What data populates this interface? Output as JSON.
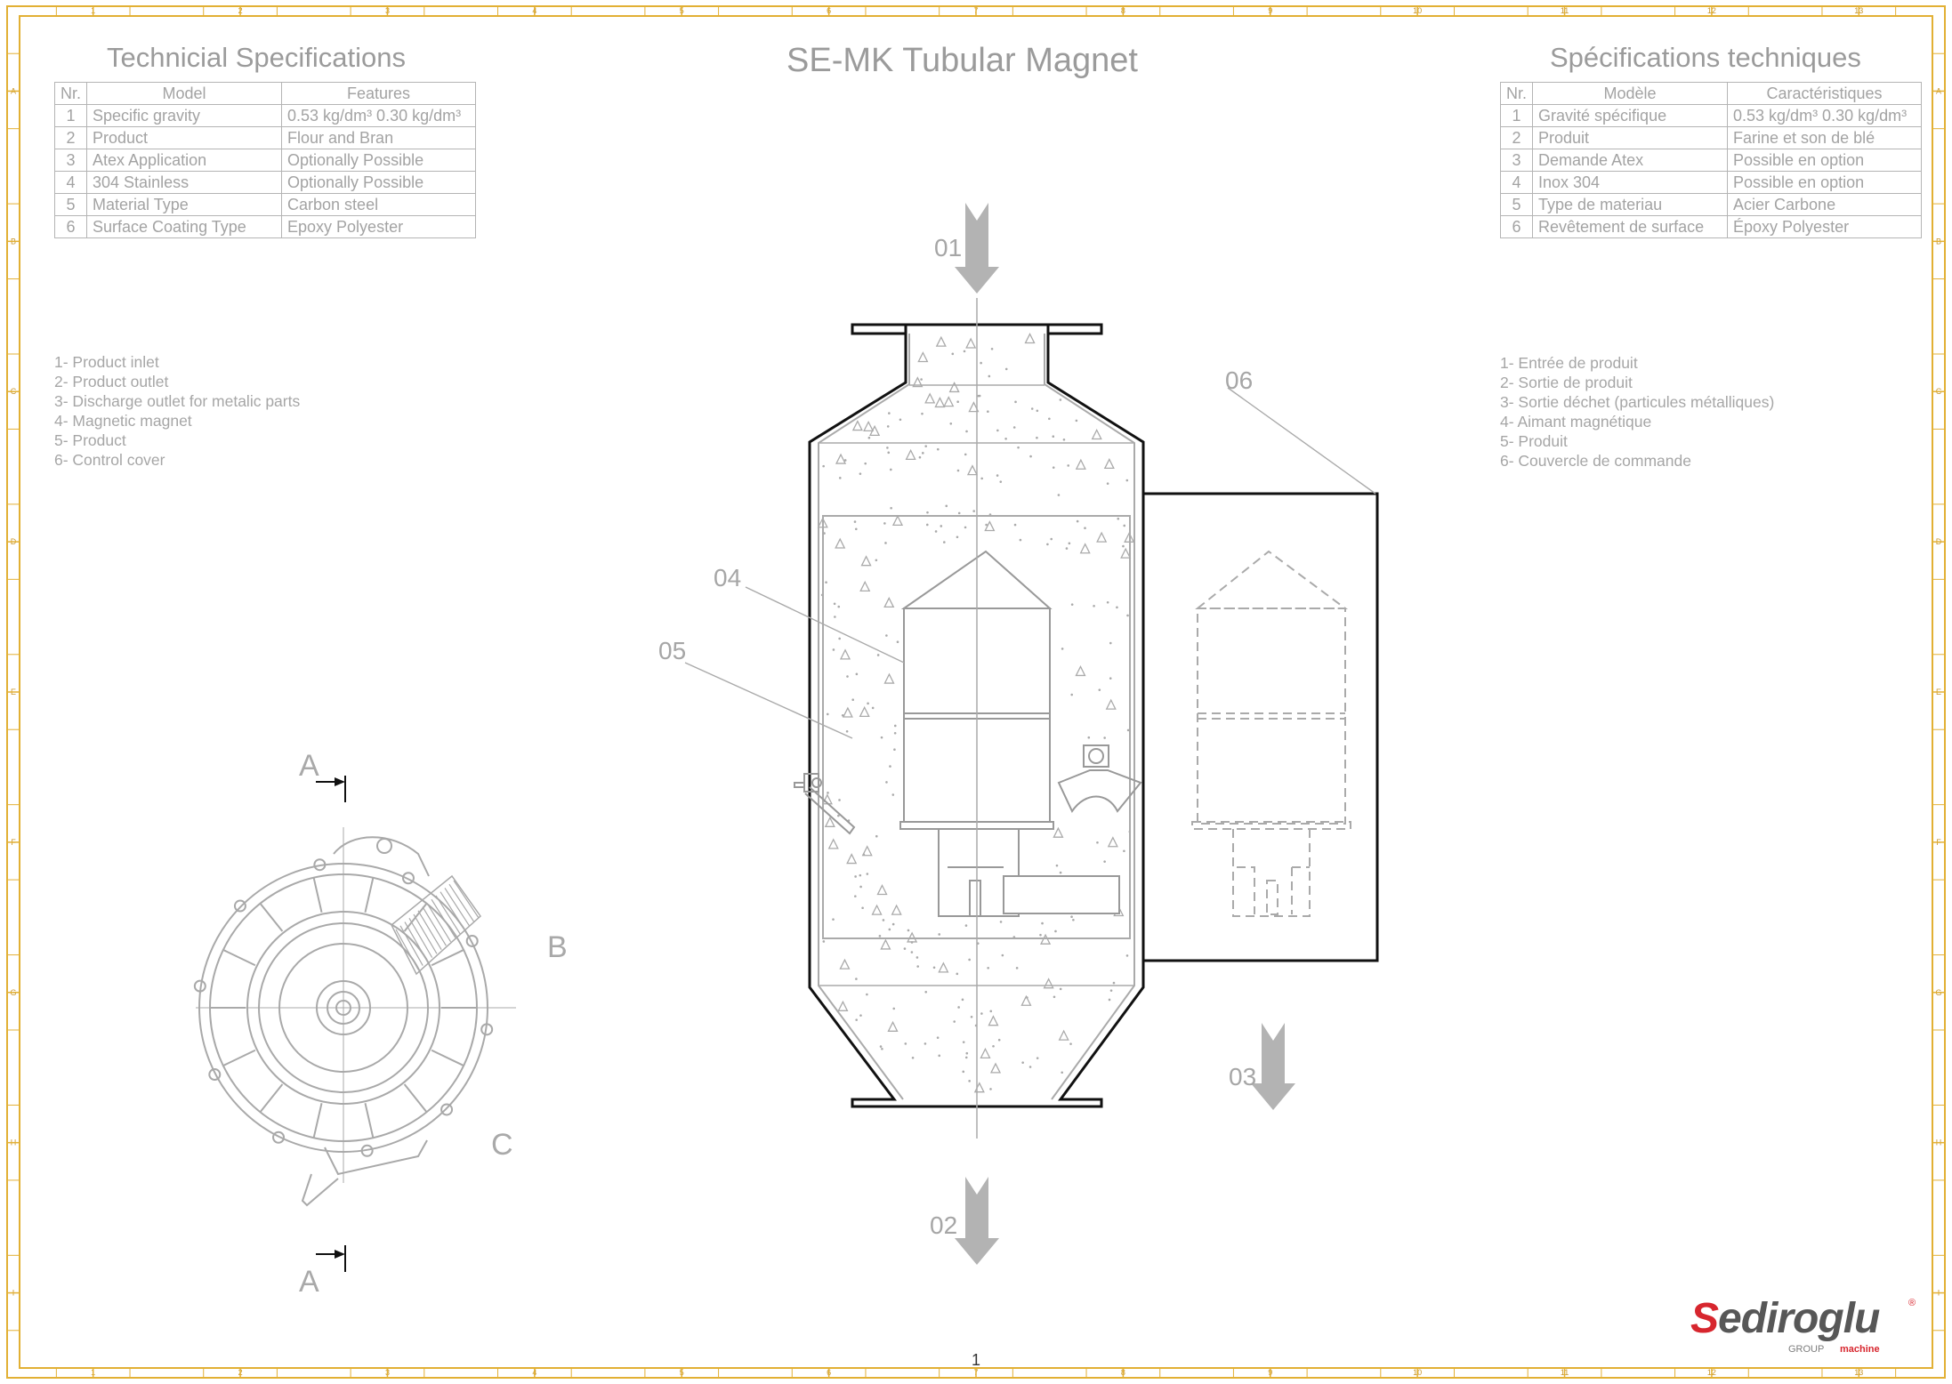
{
  "title": "SE-MK Tubular Magnet",
  "page_number": "1",
  "spec_en": {
    "heading": "Technicial Specifications",
    "columns": [
      "Nr.",
      "Model",
      "Features"
    ],
    "rows": [
      {
        "nr": "1",
        "model": "Specific gravity",
        "feature": "0.53 kg/dm³ 0.30 kg/dm³"
      },
      {
        "nr": "2",
        "model": "Product",
        "feature": "Flour and Bran"
      },
      {
        "nr": "3",
        "model": "Atex Application",
        "feature": "Optionally Possible"
      },
      {
        "nr": "4",
        "model": "304 Stainless",
        "feature": "Optionally Possible"
      },
      {
        "nr": "5",
        "model": "Material Type",
        "feature": "Carbon steel"
      },
      {
        "nr": "6",
        "model": "Surface Coating Type",
        "feature": "Epoxy Polyester"
      }
    ]
  },
  "spec_fr": {
    "heading": "Spécifications techniques",
    "columns": [
      "Nr.",
      "Modèle",
      "Caractéristiques"
    ],
    "rows": [
      {
        "nr": "1",
        "model": "Gravité spécifique",
        "feature": "0.53 kg/dm³ 0.30 kg/dm³"
      },
      {
        "nr": "2",
        "model": "Produit",
        "feature": "Farine et son de blé"
      },
      {
        "nr": "3",
        "model": "Demande Atex",
        "feature": "Possible en option"
      },
      {
        "nr": "4",
        "model": "Inox 304",
        "feature": "Possible en option"
      },
      {
        "nr": "5",
        "model": "Type de materiau",
        "feature": "Acier Carbone"
      },
      {
        "nr": "6",
        "model": "Revêtement de surface",
        "feature": "Époxy Polyester"
      }
    ]
  },
  "legend_en": [
    "1- Product inlet",
    "2- Product outlet",
    "3- Discharge outlet for metalic parts",
    "4- Magnetic magnet",
    "5- Product",
    "6- Control cover"
  ],
  "legend_fr": [
    "1- Entrée de produit",
    "2- Sortie de produit",
    "3- Sortie déchet (particules métalliques)",
    "4- Aimant magnétique",
    "5- Produit",
    "6- Couvercle de commande"
  ],
  "callouts": {
    "inlet": "01",
    "outlet": "02",
    "discharge": "03",
    "magnet": "04",
    "product": "05",
    "cover": "06"
  },
  "section_marks": {
    "a_top": "A",
    "a_bottom": "A",
    "b": "B",
    "c": "C"
  },
  "frame": {
    "col_labels": [
      "1",
      "2",
      "3",
      "4",
      "5",
      "6",
      "7",
      "8",
      "9",
      "10",
      "11",
      "12",
      "13"
    ],
    "row_labels": [
      "A",
      "B",
      "C",
      "D",
      "E",
      "F",
      "G",
      "H",
      "I"
    ]
  },
  "brand": {
    "name_initial": "S",
    "name_rest": "ediroglu",
    "registered": "®",
    "group": "GROUP",
    "machine": "machine"
  },
  "colors": {
    "frame": "#e2b034",
    "drawing": "#a9a9a9",
    "outline": "#111111",
    "arrow": "#b3b3b3",
    "brand_red": "#d7262e"
  }
}
